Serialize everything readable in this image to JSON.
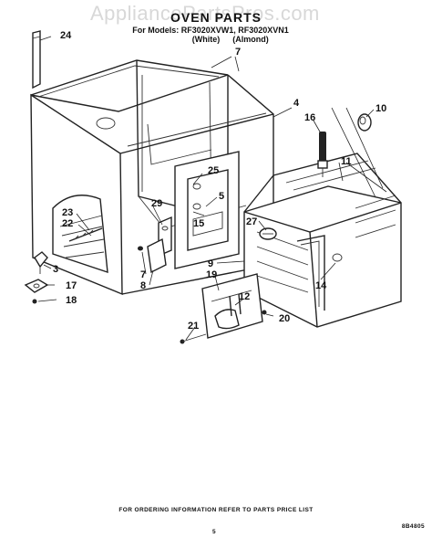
{
  "watermark": "AppliancePartsPros.com",
  "header": {
    "title": "OVEN PARTS",
    "models_line": "For Models: RF3020XVW1, RF3020XVN1",
    "variants": [
      "(White)",
      "(Almond)"
    ]
  },
  "callouts": [
    "24",
    "7",
    "4",
    "16",
    "10",
    "11",
    "25",
    "5",
    "29",
    "23",
    "22",
    "15",
    "27",
    "3",
    "9",
    "19",
    "17",
    "18",
    "7",
    "8",
    "12",
    "14",
    "20",
    "21"
  ],
  "footer": {
    "ordering_note": "FOR ORDERING INFORMATION REFER TO PARTS PRICE LIST",
    "page_number": "5",
    "doc_code": "8B4805"
  }
}
